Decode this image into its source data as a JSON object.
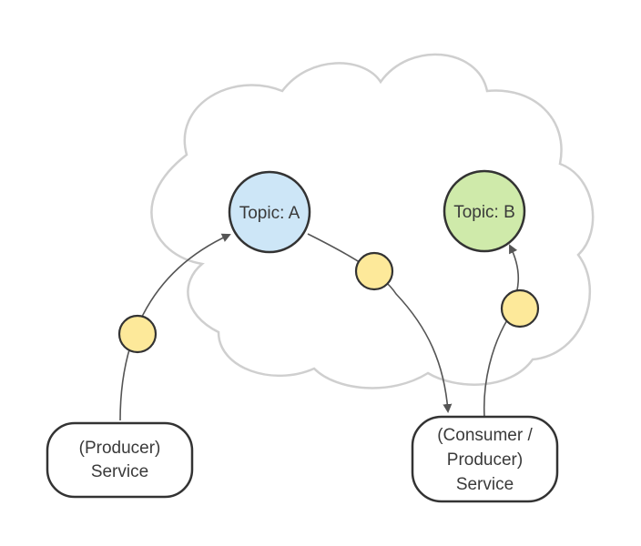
{
  "diagram": {
    "topic_a": {
      "label": "Topic: A",
      "fill": "#cde6f7",
      "stroke": "#333333"
    },
    "topic_b": {
      "label": "Topic: B",
      "fill": "#cfeaaa",
      "stroke": "#333333"
    },
    "producer_service": {
      "lines": [
        "(Producer)",
        "Service"
      ]
    },
    "consumer_producer_service": {
      "lines": [
        "(Consumer /",
        "Producer)",
        "Service"
      ]
    },
    "colors": {
      "cloud_stroke": "#cfcfcf",
      "message_fill": "#fde99a",
      "message_stroke": "#333333",
      "arrow": "#555555"
    }
  }
}
